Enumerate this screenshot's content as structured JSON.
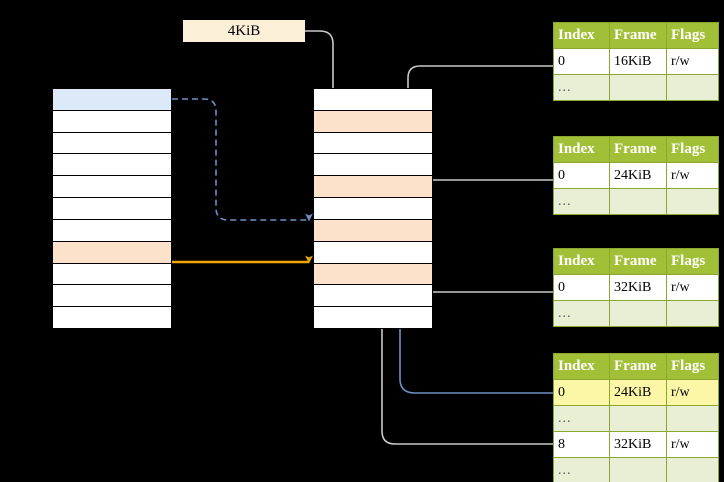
{
  "diagram": {
    "title_label": "4KiB",
    "background": "#000000",
    "colors": {
      "header_green": "#a2c037",
      "ell_row": "#e9efd5",
      "highlight_yellow": "#fbf7a6",
      "cell_blue": "#dce9f9",
      "cell_peach": "#fde2cb",
      "label_cream": "#fcefd7",
      "arrow_blue": "#6d8fc4",
      "arrow_orange": "#f0a500",
      "arrow_gray": "#c9c9c9"
    }
  },
  "virtual_column": {
    "name": "virtual-address-space-column",
    "row_count": 11,
    "rows": [
      {
        "fill": "blue"
      },
      {
        "fill": "white"
      },
      {
        "fill": "white"
      },
      {
        "fill": "white"
      },
      {
        "fill": "white"
      },
      {
        "fill": "white"
      },
      {
        "fill": "white"
      },
      {
        "fill": "peach"
      },
      {
        "fill": "white"
      },
      {
        "fill": "white"
      },
      {
        "fill": "white"
      }
    ]
  },
  "physical_column": {
    "name": "physical-memory-column",
    "row_count": 11,
    "rows": [
      {
        "fill": "white"
      },
      {
        "fill": "peach"
      },
      {
        "fill": "white"
      },
      {
        "fill": "white"
      },
      {
        "fill": "peach"
      },
      {
        "fill": "white"
      },
      {
        "fill": "peach"
      },
      {
        "fill": "white"
      },
      {
        "fill": "peach"
      },
      {
        "fill": "white"
      },
      {
        "fill": "white"
      }
    ]
  },
  "tables": [
    {
      "name": "page-table-level-4",
      "headers": [
        "Index",
        "Frame",
        "Flags"
      ],
      "rows": [
        {
          "cells": [
            "0",
            "16KiB",
            "r/w"
          ],
          "kind": "data",
          "highlight": [
            false,
            false,
            false
          ]
        },
        {
          "cells": [
            "...",
            "",
            ""
          ],
          "kind": "ellipsis",
          "highlight": [
            false,
            false,
            false
          ]
        }
      ]
    },
    {
      "name": "page-table-level-3",
      "headers": [
        "Index",
        "Frame",
        "Flags"
      ],
      "rows": [
        {
          "cells": [
            "0",
            "24KiB",
            "r/w"
          ],
          "kind": "data",
          "highlight": [
            false,
            false,
            false
          ]
        },
        {
          "cells": [
            "...",
            "",
            ""
          ],
          "kind": "ellipsis",
          "highlight": [
            false,
            false,
            false
          ]
        }
      ]
    },
    {
      "name": "page-table-level-2",
      "headers": [
        "Index",
        "Frame",
        "Flags"
      ],
      "rows": [
        {
          "cells": [
            "0",
            "32KiB",
            "r/w"
          ],
          "kind": "data",
          "highlight": [
            false,
            false,
            false
          ]
        },
        {
          "cells": [
            "...",
            "",
            ""
          ],
          "kind": "ellipsis",
          "highlight": [
            false,
            false,
            false
          ]
        }
      ]
    },
    {
      "name": "page-table-level-1",
      "headers": [
        "Index",
        "Frame",
        "Flags"
      ],
      "rows": [
        {
          "cells": [
            "0",
            "24KiB",
            "r/w"
          ],
          "kind": "data",
          "highlight": [
            true,
            true,
            true
          ]
        },
        {
          "cells": [
            "...",
            "",
            ""
          ],
          "kind": "ellipsis",
          "highlight": [
            false,
            false,
            false
          ]
        },
        {
          "cells": [
            "8",
            "32KiB",
            "r/w"
          ],
          "kind": "data",
          "highlight": [
            false,
            false,
            false
          ]
        },
        {
          "cells": [
            "...",
            "",
            ""
          ],
          "kind": "ellipsis",
          "highlight": [
            false,
            false,
            false
          ]
        }
      ]
    }
  ]
}
